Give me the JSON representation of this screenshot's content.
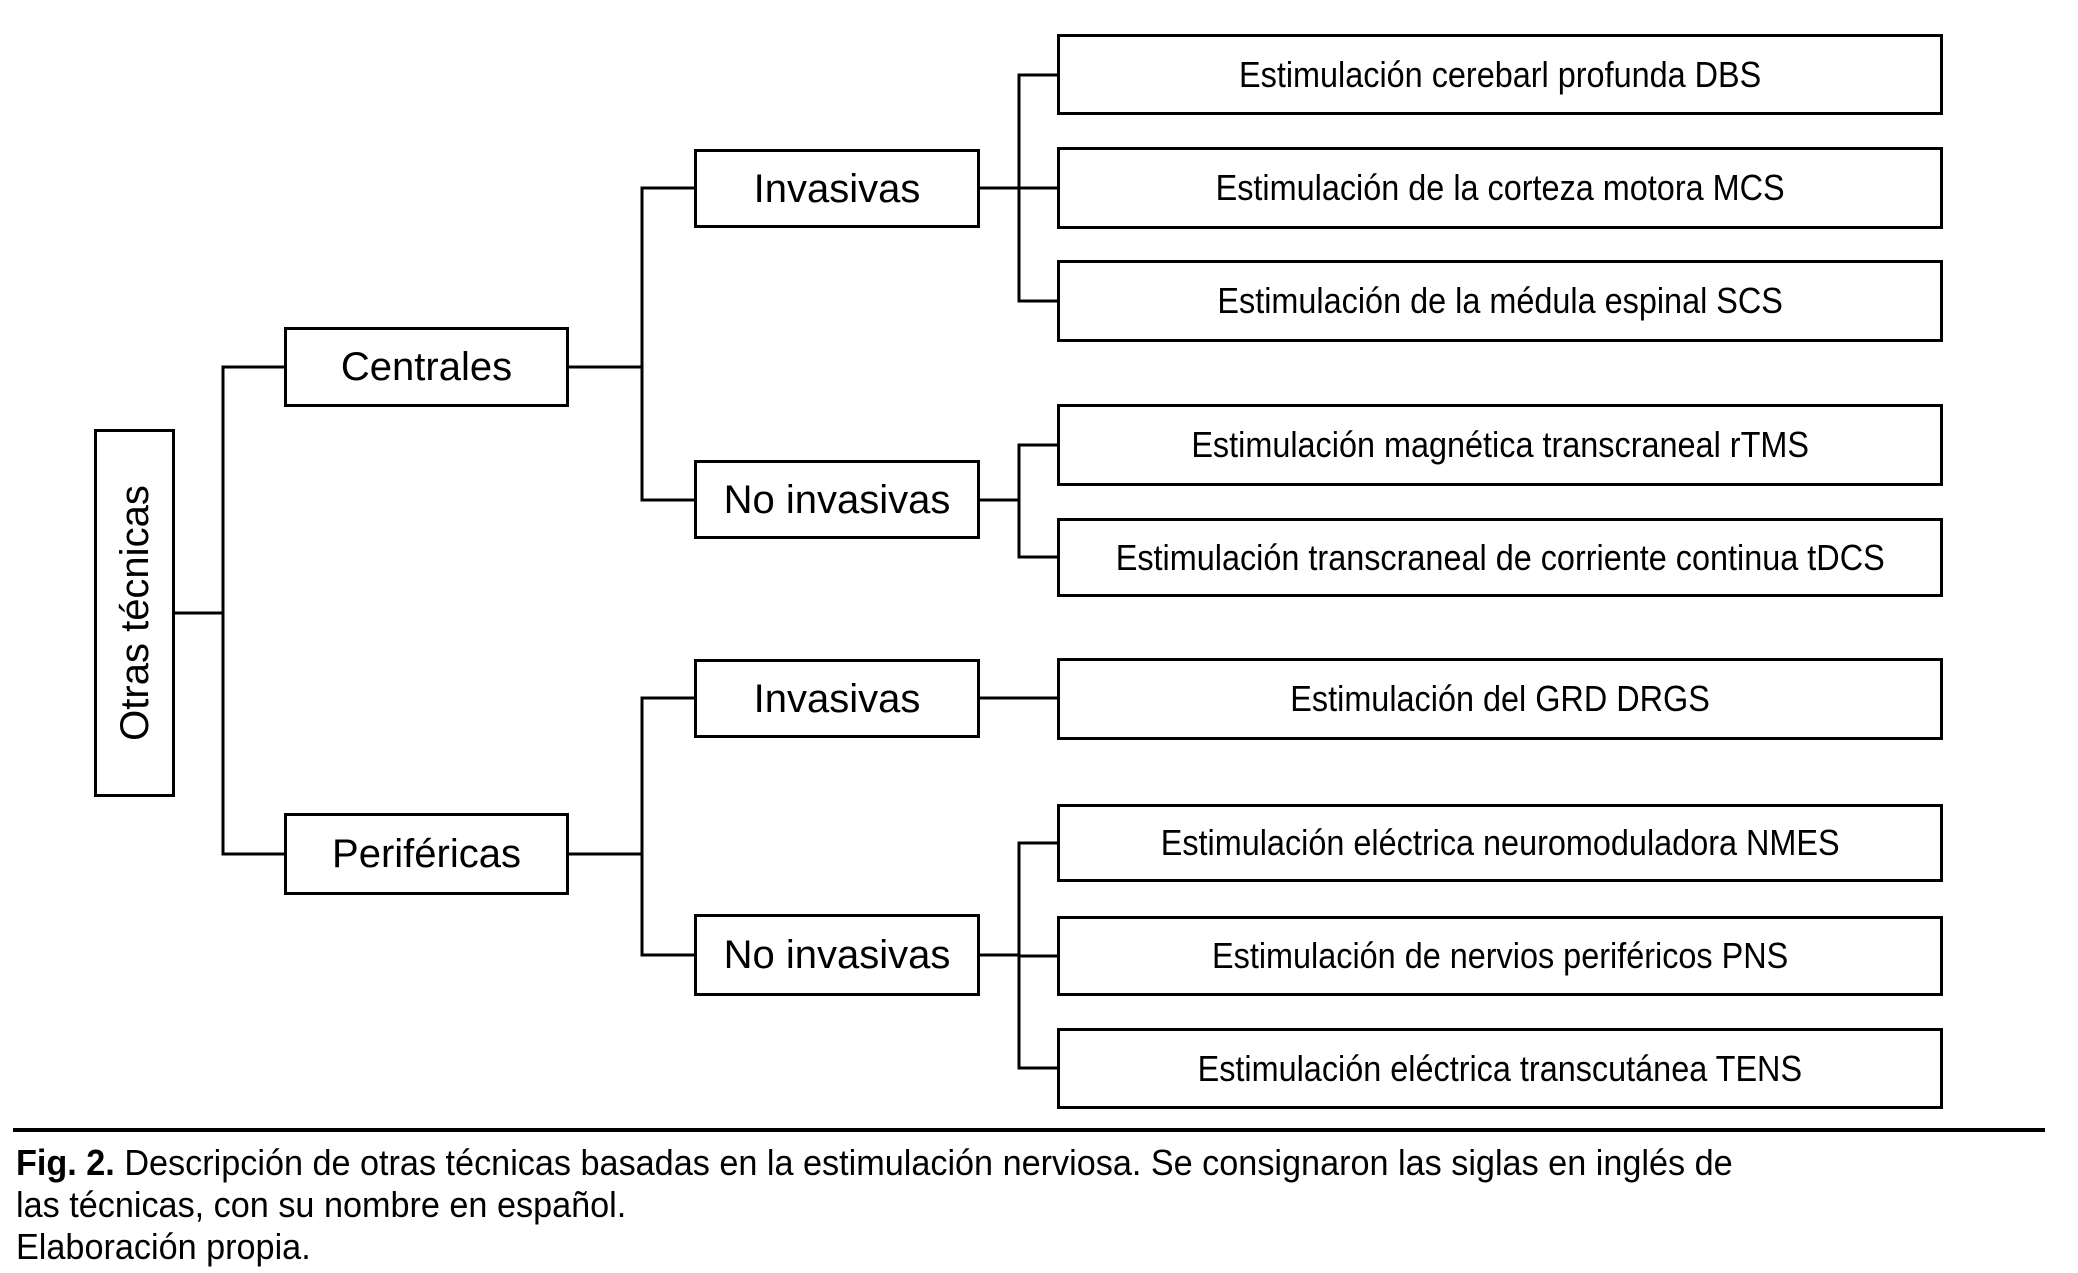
{
  "figure": {
    "root": {
      "label": "Otras técnicas"
    },
    "branches": [
      {
        "label": "Centrales",
        "children": [
          {
            "label": "Invasivas",
            "leaves": [
              "Estimulación cerebarl profunda DBS",
              "Estimulación de la corteza motora MCS",
              "Estimulación de la médula espinal SCS"
            ]
          },
          {
            "label": "No invasivas",
            "leaves": [
              "Estimulación magnética transcraneal rTMS",
              "Estimulación transcraneal de corriente continua tDCS"
            ]
          }
        ]
      },
      {
        "label": "Periféricas",
        "children": [
          {
            "label": "Invasivas",
            "leaves": [
              "Estimulación del GRD DRGS"
            ]
          },
          {
            "label": "No invasivas",
            "leaves": [
              "Estimulación eléctrica neuromoduladora NMES",
              "Estimulación de nervios periféricos PNS",
              "Estimulación eléctrica transcutánea TENS"
            ]
          }
        ]
      }
    ]
  },
  "caption": {
    "fig_label": "Fig. 2.",
    "line1_rest": " Descripción de otras técnicas basadas en la estimulación nerviosa. Se consignaron las siglas en inglés de",
    "line2": "las técnicas, con su nombre en español.",
    "line3": "Elaboración propia."
  },
  "colors": {
    "line": "#000000",
    "background": "#ffffff",
    "text": "#000000"
  }
}
